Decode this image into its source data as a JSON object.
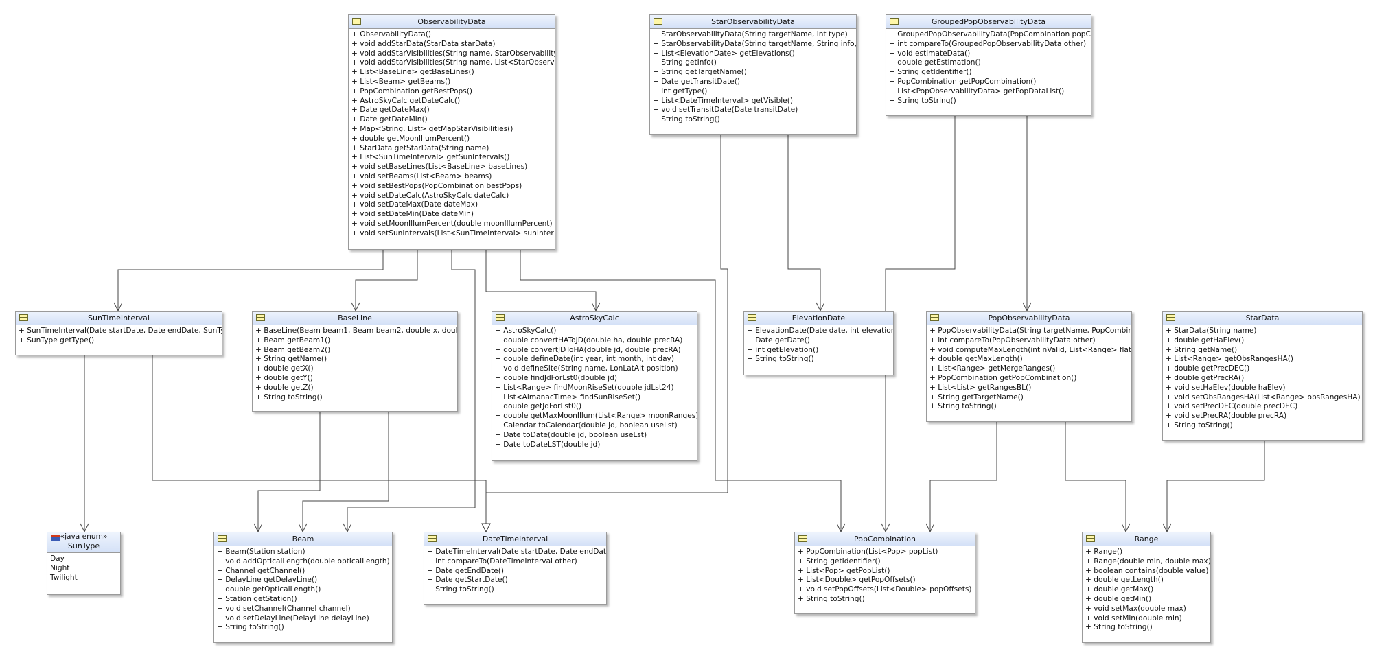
{
  "classes": [
    {
      "id": "observabilitydata",
      "name": "ObservabilityData",
      "members": [
        "+ ObservabilityData()",
        "+ void addStarData(StarData starData)",
        "+ void addStarVisibilities(String name, StarObservability",
        "+ void addStarVisibilities(String name, List<StarObserv",
        "+ List<BaseLine> getBaseLines()",
        "+ List<Beam> getBeams()",
        "+ PopCombination getBestPops()",
        "+ AstroSkyCalc getDateCalc()",
        "+ Date getDateMax()",
        "+ Date getDateMin()",
        "+ Map<String, List> getMapStarVisibilities()",
        "+ double getMoonIllumPercent()",
        "+ StarData getStarData(String name)",
        "+ List<SunTimeInterval> getSunIntervals()",
        "+ void setBaseLines(List<BaseLine> baseLines)",
        "+ void setBeams(List<Beam> beams)",
        "+ void setBestPops(PopCombination bestPops)",
        "+ void setDateCalc(AstroSkyCalc dateCalc)",
        "+ void setDateMax(Date dateMax)",
        "+ void setDateMin(Date dateMin)",
        "+ void setMoonIllumPercent(double moonIllumPercent)",
        "+ void setSunIntervals(List<SunTimeInterval> sunInter"
      ]
    },
    {
      "id": "starobservabilitydata",
      "name": "StarObservabilityData",
      "members": [
        "+ StarObservabilityData(String targetName, int type)",
        "+ StarObservabilityData(String targetName, String info,",
        "+ List<ElevationDate> getElevations()",
        "+ String getInfo()",
        "+ String getTargetName()",
        "+ Date getTransitDate()",
        "+ int getType()",
        "+ List<DateTimeInterval> getVisible()",
        "+ void setTransitDate(Date transitDate)",
        "+ String toString()"
      ]
    },
    {
      "id": "groupedpopobservabilitydata",
      "name": "GroupedPopObservabilityData",
      "members": [
        "+ GroupedPopObservabilityData(PopCombination popC",
        "+ int compareTo(GroupedPopObservabilityData other)",
        "+ void estimateData()",
        "+ double getEstimation()",
        "+ String getIdentifier()",
        "+ PopCombination getPopCombination()",
        "+ List<PopObservabilityData> getPopDataList()",
        "+ String toString()"
      ]
    },
    {
      "id": "suntimeinterval",
      "name": "SunTimeInterval",
      "members": [
        "+ SunTimeInterval(Date startDate, Date endDate, SunTy",
        "+ SunType getType()"
      ]
    },
    {
      "id": "baseline",
      "name": "BaseLine",
      "members": [
        "+ BaseLine(Beam beam1, Beam beam2, double x, double",
        "+ Beam getBeam1()",
        "+ Beam getBeam2()",
        "+ String getName()",
        "+ double getX()",
        "+ double getY()",
        "+ double getZ()",
        "+ String toString()"
      ]
    },
    {
      "id": "astroskycalc",
      "name": "AstroSkyCalc",
      "members": [
        "+ AstroSkyCalc()",
        "+ double convertHAToJD(double ha, double precRA)",
        "+ double convertJDToHA(double jd, double precRA)",
        "+ double defineDate(int year, int month, int day)",
        "+ void defineSite(String name, LonLatAlt position)",
        "+ double findJdForLst0(double jd)",
        "+ List<Range> findMoonRiseSet(double jdLst24)",
        "+ List<AlmanacTime> findSunRiseSet()",
        "+ double getJdForLst0()",
        "+ double getMaxMoonIllum(List<Range> moonRanges)",
        "+ Calendar toCalendar(double jd, boolean useLst)",
        "+ Date toDate(double jd, boolean useLst)",
        "+ Date toDateLST(double jd)"
      ]
    },
    {
      "id": "elevationdate",
      "name": "ElevationDate",
      "members": [
        "+ ElevationDate(Date date, int elevation)",
        "+ Date getDate()",
        "+ int getElevation()",
        "+ String toString()"
      ]
    },
    {
      "id": "popobservabilitydata",
      "name": "PopObservabilityData",
      "members": [
        "+ PopObservabilityData(String targetName, PopCombin",
        "+ int compareTo(PopObservabilityData other)",
        "+ void computeMaxLength(int nValid, List<Range> flat",
        "+ double getMaxLength()",
        "+ List<Range> getMergeRanges()",
        "+ PopCombination getPopCombination()",
        "+ List<List> getRangesBL()",
        "+ String getTargetName()",
        "+ String toString()"
      ]
    },
    {
      "id": "stardata",
      "name": "StarData",
      "members": [
        "+ StarData(String name)",
        "+ double getHaElev()",
        "+ String getName()",
        "+ List<Range> getObsRangesHA()",
        "+ double getPrecDEC()",
        "+ double getPrecRA()",
        "+ void setHaElev(double haElev)",
        "+ void setObsRangesHA(List<Range> obsRangesHA)",
        "+ void setPrecDEC(double precDEC)",
        "+ void setPrecRA(double precRA)",
        "+ String toString()"
      ]
    },
    {
      "id": "beam",
      "name": "Beam",
      "members": [
        "+ Beam(Station station)",
        "+ void addOpticalLength(double opticalLength)",
        "+ Channel getChannel()",
        "+ DelayLine getDelayLine()",
        "+ double getOpticalLength()",
        "+ Station getStation()",
        "+ void setChannel(Channel channel)",
        "+ void setDelayLine(DelayLine delayLine)",
        "+ String toString()"
      ]
    },
    {
      "id": "datetimeinterval",
      "name": "DateTimeInterval",
      "members": [
        "+ DateTimeInterval(Date startDate, Date endDate)",
        "+ int compareTo(DateTimeInterval other)",
        "+ Date getEndDate()",
        "+ Date getStartDate()",
        "+ String toString()"
      ]
    },
    {
      "id": "popcombination",
      "name": "PopCombination",
      "members": [
        "+ PopCombination(List<Pop> popList)",
        "+ String getIdentifier()",
        "+ List<Pop> getPopList()",
        "+ List<Double> getPopOffsets()",
        "+ void setPopOffsets(List<Double> popOffsets)",
        "+ String toString()"
      ]
    },
    {
      "id": "range",
      "name": "Range",
      "members": [
        "+ Range()",
        "+ Range(double min, double max)",
        "+ boolean contains(double value)",
        "+ double getLength()",
        "+ double getMax()",
        "+ double getMin()",
        "+ void setMax(double max)",
        "+ void setMin(double min)",
        "+ String toString()"
      ]
    }
  ],
  "enum": {
    "stereotype": "«java enum»",
    "name": "SunType",
    "literals": [
      "Day",
      "Night",
      "Twilight"
    ]
  }
}
